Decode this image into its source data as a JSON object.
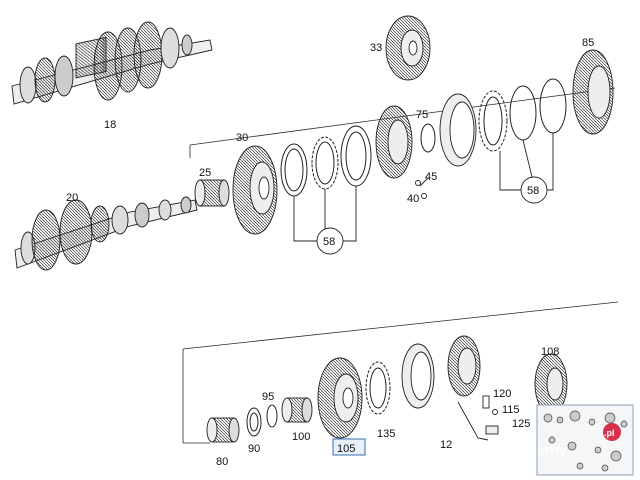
{
  "labels": {
    "p18": "18",
    "p20": "20",
    "p25": "25",
    "p30": "30",
    "p33": "33",
    "p40": "40",
    "p45": "45",
    "p58a": "58",
    "p58b": "58",
    "p75": "75",
    "p80": "80",
    "p85": "85",
    "p90": "90",
    "p95": "95",
    "p100": "100",
    "p105": "105",
    "p108": "108",
    "p115": "115",
    "p120": "120",
    "p125": "125",
    "p127": "12",
    "p135": "135"
  },
  "highlight": {
    "part": "105"
  },
  "watermark": {
    "text": "sprzedajemy",
    "suffix": ".pl"
  },
  "colors": {
    "line": "#2a2a2a",
    "highlight": "#3a6fb0",
    "watermark": "#d6304a"
  }
}
